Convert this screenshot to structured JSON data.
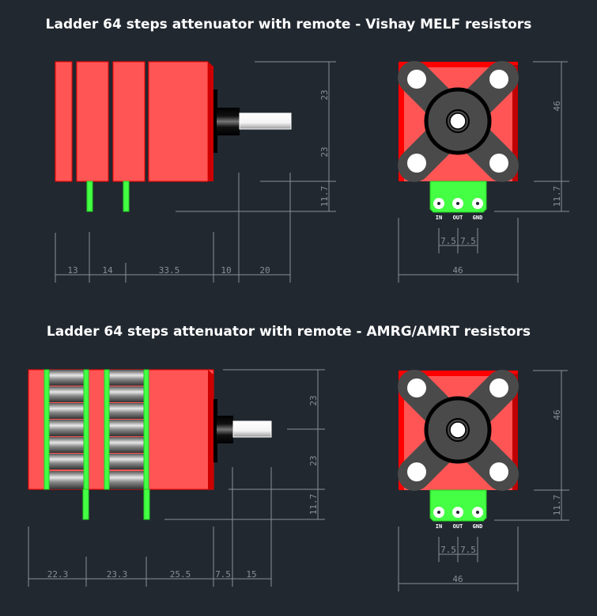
{
  "sections": [
    {
      "title": "Ladder 64 steps attenuator with remote - Vishay MELF resistors",
      "side_dims_horizontal": [
        "13",
        "14",
        "33.5",
        "10",
        "20"
      ],
      "side_dims_vertical": [
        "23",
        "23",
        "11.7"
      ],
      "front_dims": {
        "pitch1": "7.5",
        "pitch2": "7.5",
        "width": "46",
        "height": "46",
        "pin_height": "11.7"
      },
      "pins": [
        "IN",
        "OUT",
        "GND"
      ]
    },
    {
      "title": "Ladder 64 steps attenuator with remote - AMRG/AMRT resistors",
      "side_dims_horizontal": [
        "22.3",
        "23.3",
        "25.5",
        "7.5",
        "15"
      ],
      "side_dims_vertical": [
        "23",
        "23",
        "11.7"
      ],
      "front_dims": {
        "pitch1": "7.5",
        "pitch2": "7.5",
        "width": "46",
        "height": "46",
        "pin_height": "11.7"
      },
      "pins": [
        "IN",
        "OUT",
        "GND"
      ]
    }
  ],
  "colors": {
    "background": "#212830",
    "body": "#ff5555",
    "edge": "#ff0000",
    "pcb": "#44ff44",
    "dimension": "#8a8f94"
  }
}
